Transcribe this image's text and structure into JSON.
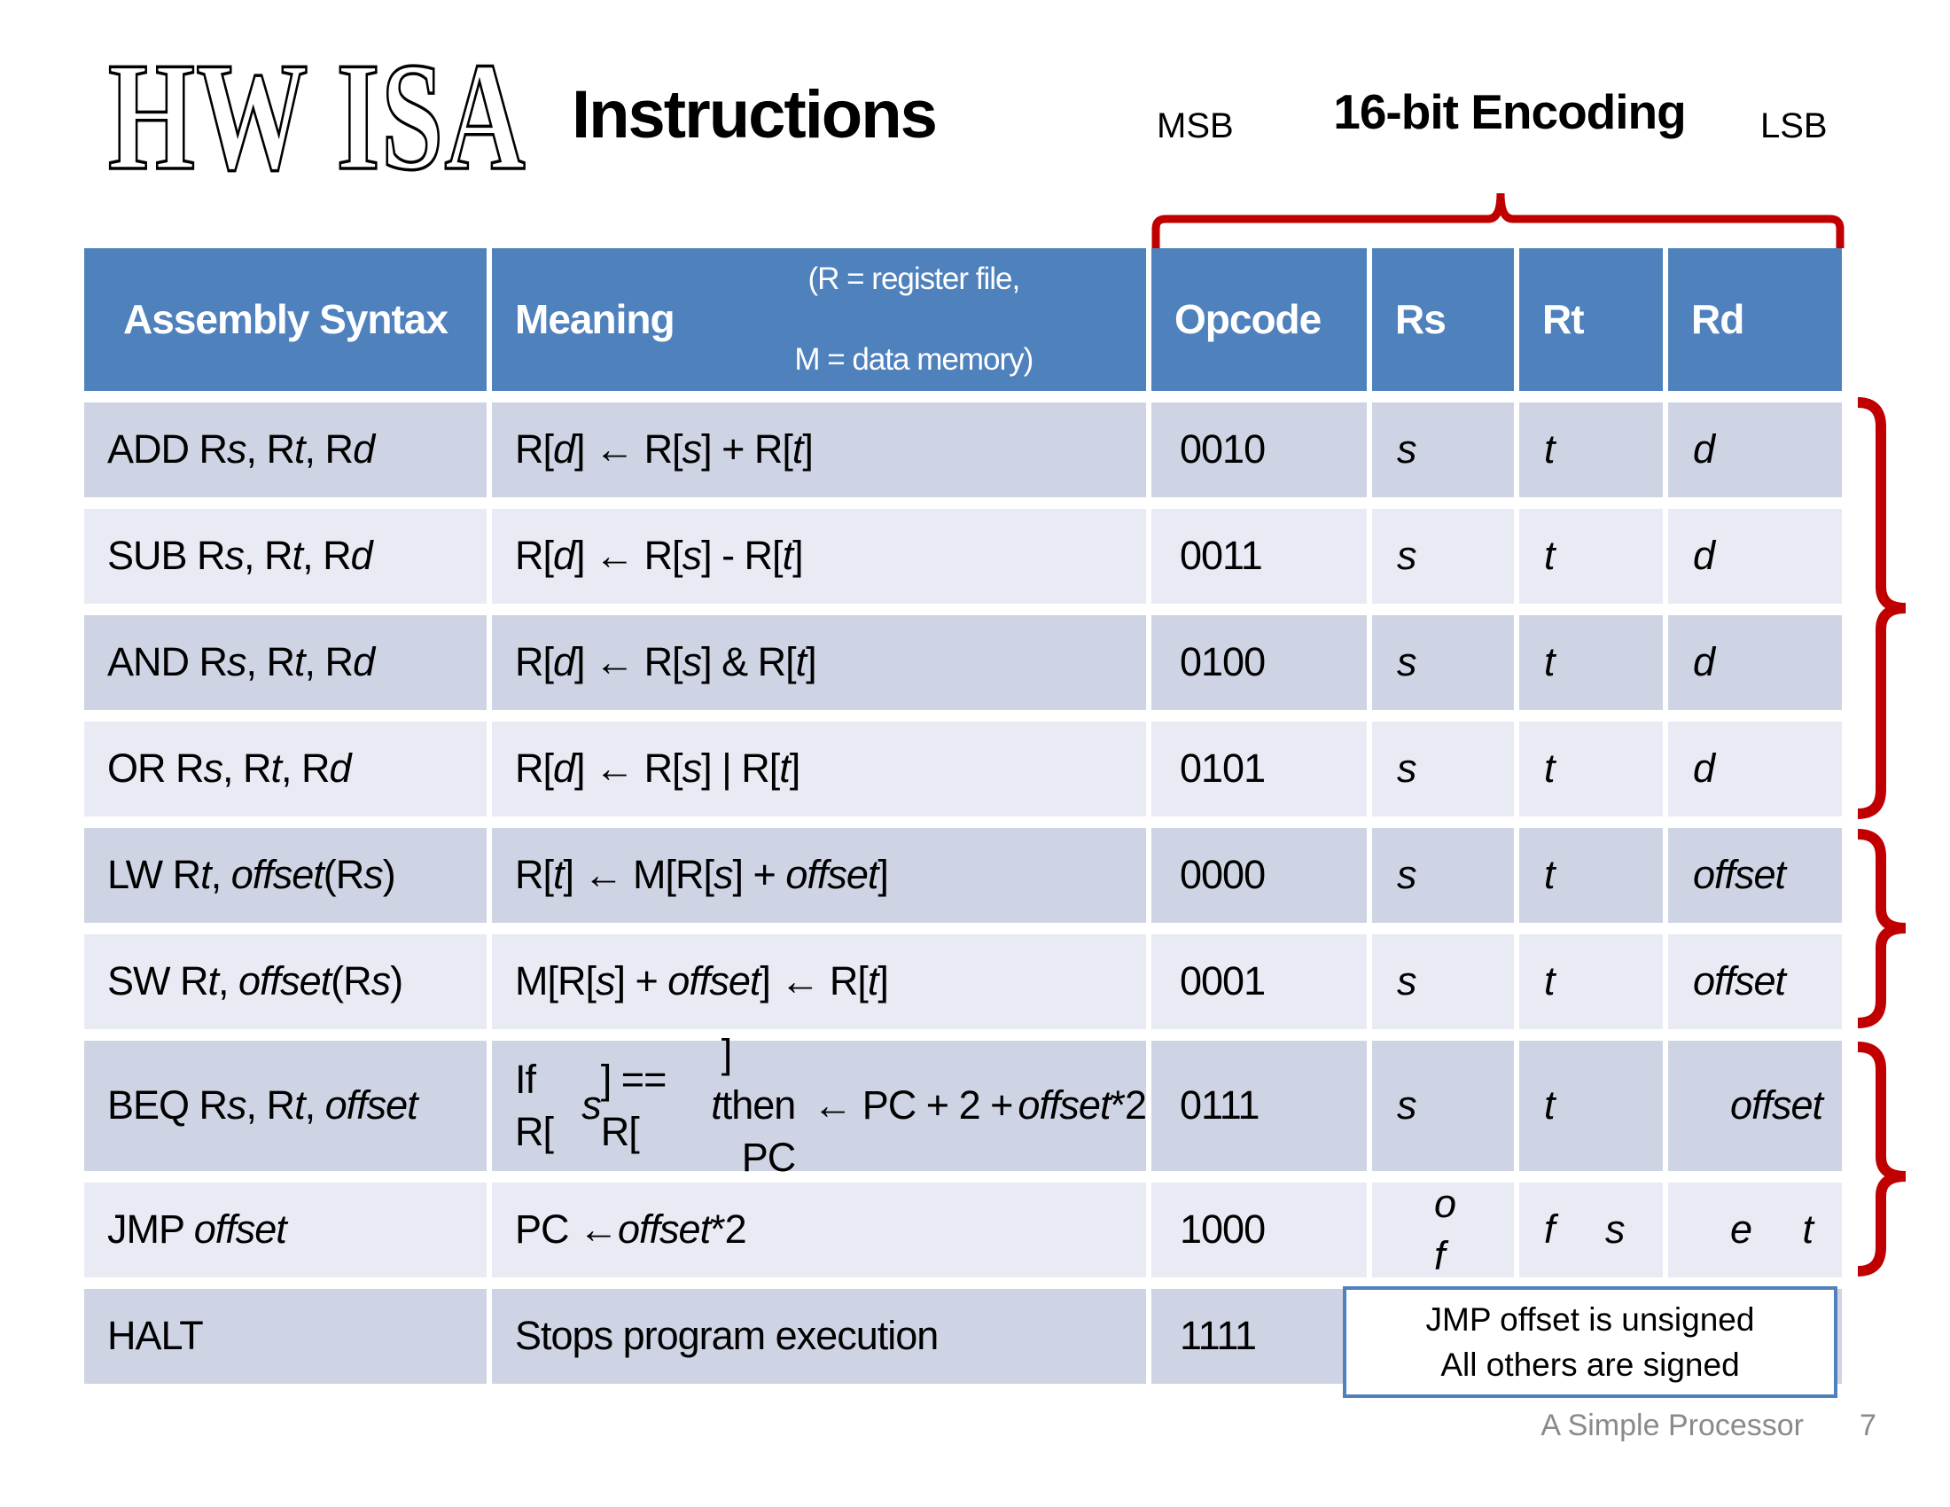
{
  "slide": {
    "logo_text": "HW ISA",
    "title": "Instructions",
    "msb_label": "MSB",
    "encoding_label": "16-bit Encoding",
    "lsb_label": "LSB",
    "note_line1": "JMP offset is unsigned",
    "note_line2": "All others are signed",
    "footer_label": "A Simple Processor",
    "page_number": "7",
    "colors": {
      "header_blue": "#4F81BD",
      "band_dark": "#CFD4E4",
      "band_light": "#E9EBF4",
      "accent_red": "#C00000",
      "note_border": "#4F81BD",
      "footer_gray": "#8A8A8A"
    }
  },
  "table": {
    "headers": {
      "asm": "Assembly Syntax",
      "meaning": "Meaning",
      "meaning_note_line1": "(R = register file,",
      "meaning_note_line2": "M = data memory)",
      "opcode": "Opcode",
      "rs": "Rs",
      "rt": "Rt",
      "rd": "Rd"
    },
    "rows": [
      {
        "asm": "ADD R*s*, R*t*, R*d*",
        "meaning": "R[*d*] ← R[*s*] + R[*t*]",
        "opcode": "0010",
        "rs": "*s*",
        "rt": "*t*",
        "rd": "*d*"
      },
      {
        "asm": "SUB R*s*, R*t*, R*d*",
        "meaning": "R[*d*] ← R[*s*] - R[*t*]",
        "opcode": "0011",
        "rs": "*s*",
        "rt": "*t*",
        "rd": "*d*"
      },
      {
        "asm": "AND R*s*, R*t*, R*d*",
        "meaning": "R[*d*] ← R[*s*] & R[*t*]",
        "opcode": "0100",
        "rs": "*s*",
        "rt": "*t*",
        "rd": "*d*"
      },
      {
        "asm": "OR R*s*, R*t*, R*d*",
        "meaning": "R[*d*] ← R[*s*] | R[*t*]",
        "opcode": "0101",
        "rs": "*s*",
        "rt": "*t*",
        "rd": "*d*"
      },
      {
        "asm": "LW R*t*, *offset*(R*s*)",
        "meaning": "R[*t*] ← M[R[*s*] + *offset*]",
        "opcode": "0000",
        "rs": "*s*",
        "rt": "*t*",
        "rd": "*offset*"
      },
      {
        "asm": "SW R*t*, *offset*(R*s*)",
        "meaning": "M[R[*s*] + *offset*] ← R[*t*]",
        "opcode": "0001",
        "rs": "*s*",
        "rt": "*t*",
        "rd": "*offset*"
      },
      {
        "asm": "BEQ R*s*, R*t*, *offset*",
        "meaning": "If R[*s*] == R[*t*] then\n  PC ← PC + 2 + *offset**2",
        "opcode": "0111",
        "rs": "*s*",
        "rt": "*t*",
        "rd": "*offset*"
      },
      {
        "asm": "JMP *offset*",
        "meaning": "PC ← *offset**2",
        "opcode": "1000",
        "rs": "*o     f*",
        "rt": "*f     s*",
        "rd": "*e     t*"
      },
      {
        "asm": "HALT",
        "meaning": "Stops program execution",
        "opcode": "1111",
        "rs": "",
        "rt": "",
        "rd": ""
      }
    ]
  }
}
